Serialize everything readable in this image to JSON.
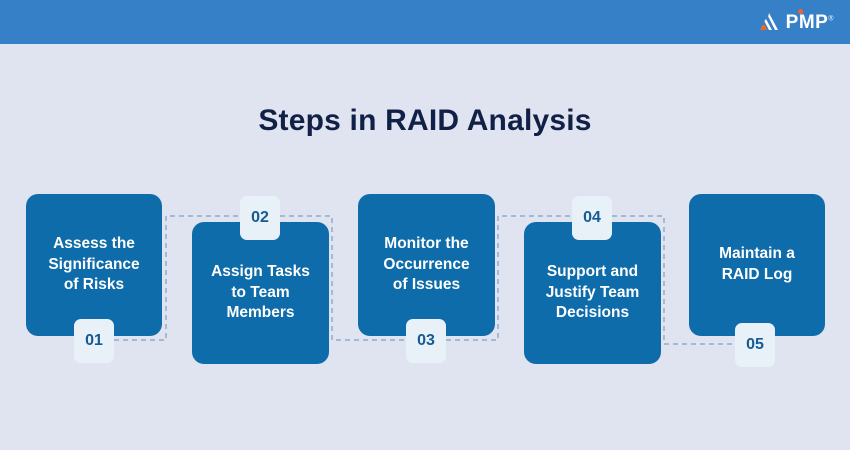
{
  "header": {
    "background_color": "#3680c8",
    "logo": {
      "name": "pmp-logo",
      "text": "PMP",
      "mark": "mountain-triangle-icon",
      "accent_color": "#f0642a",
      "trademark": "®"
    }
  },
  "page": {
    "background_color": "#dfe4f0",
    "title": "Steps in RAID Analysis",
    "title_color": "#112046"
  },
  "diagram": {
    "type": "process-steps",
    "box_color": "#0f6caa",
    "badge_color": "#e8f1f8",
    "badge_text_color": "#165a92",
    "connector_style": "dashed",
    "connector_color": "#7f9fc4",
    "steps": [
      {
        "number": "01",
        "label": "Assess the\nSignificance\nof Risks",
        "badge_position": "bottom"
      },
      {
        "number": "02",
        "label": "Assign Tasks\nto Team\nMembers",
        "badge_position": "top"
      },
      {
        "number": "03",
        "label": "Monitor the\nOccurrence\nof Issues",
        "badge_position": "bottom"
      },
      {
        "number": "04",
        "label": "Support and\nJustify Team\nDecisions",
        "badge_position": "top"
      },
      {
        "number": "05",
        "label": "Maintain a\nRAID Log",
        "badge_position": "bottom"
      }
    ]
  }
}
